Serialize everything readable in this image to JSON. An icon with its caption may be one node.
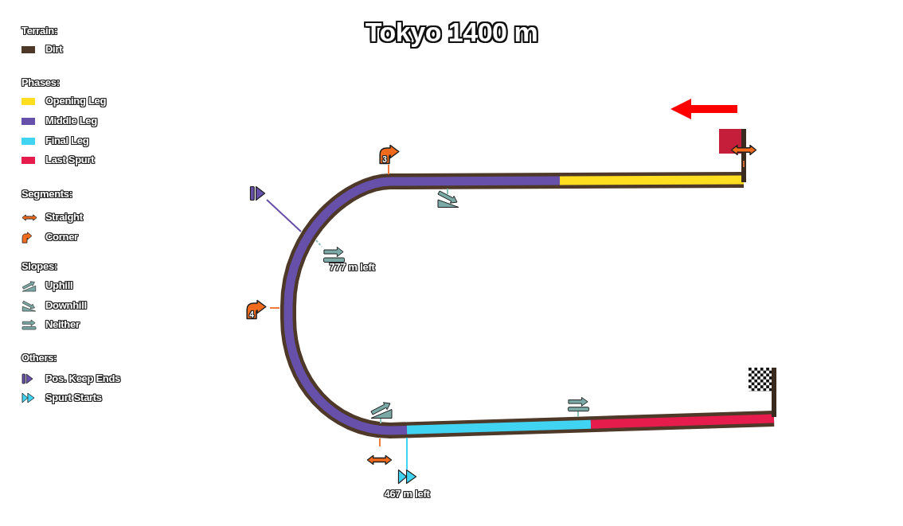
{
  "diagram": {
    "title": "Tokyo 1400 m",
    "labels": [
      "Terrain:",
      "Phases:",
      "Segments:",
      "Slopes:",
      "Others:",
      "3",
      "777 m left",
      "4",
      "467 m left"
    ],
    "legend": [
      {
        "text": "Dirt",
        "color": "#4e3828"
      },
      {
        "text": "Opening Leg",
        "color": "#ffdd1f"
      },
      {
        "text": "Middle Leg",
        "color": "#6650aa"
      },
      {
        "text": "Final Leg",
        "color": "#40d4f2"
      },
      {
        "text": "Last Spurt",
        "color": "#e51c4c"
      },
      {
        "text": "Straight"
      },
      {
        "text": "Corner"
      },
      {
        "text": "Uphill"
      },
      {
        "text": "Downhill"
      },
      {
        "text": "Neither"
      },
      {
        "text": "Pos. Keep Ends"
      },
      {
        "text": "Spurt Starts"
      }
    ]
  }
}
